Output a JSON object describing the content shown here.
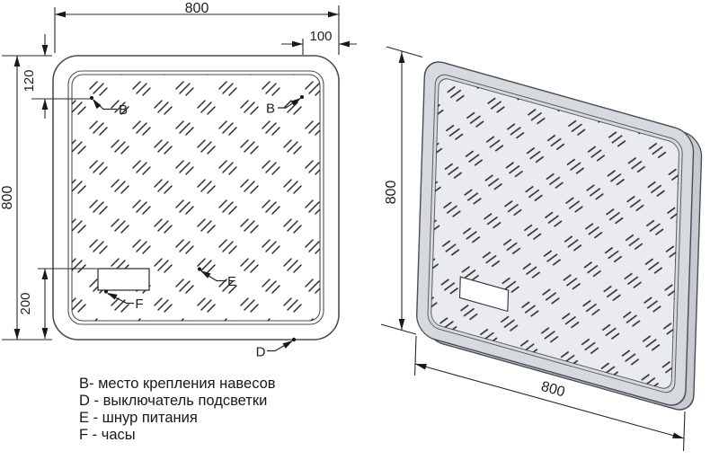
{
  "drawing": {
    "front_view": {
      "width_mm": "800",
      "height_mm": "800",
      "mount_offset_top_mm": "120",
      "mount_offset_right_mm": "100",
      "clock_offset_bottom_mm": "200",
      "point_labels": {
        "mount_left": "B",
        "mount_right": "B",
        "switch": "D",
        "cord": "E",
        "clock": "F"
      }
    },
    "perspective_view": {
      "height_mm": "800",
      "width_mm": "800"
    },
    "legend": [
      "B- место крепления навесов",
      "D - выключатель подсветки",
      "E - шнур питания",
      "F - часы"
    ],
    "colors": {
      "outline": "#4a4f56",
      "dim_line": "#23272c",
      "hatch": "#272c33",
      "frame_fill": "#d6d9de",
      "mirror_face_fill": "#e9ebee",
      "frame_side_fill": "#c7cacf"
    }
  }
}
